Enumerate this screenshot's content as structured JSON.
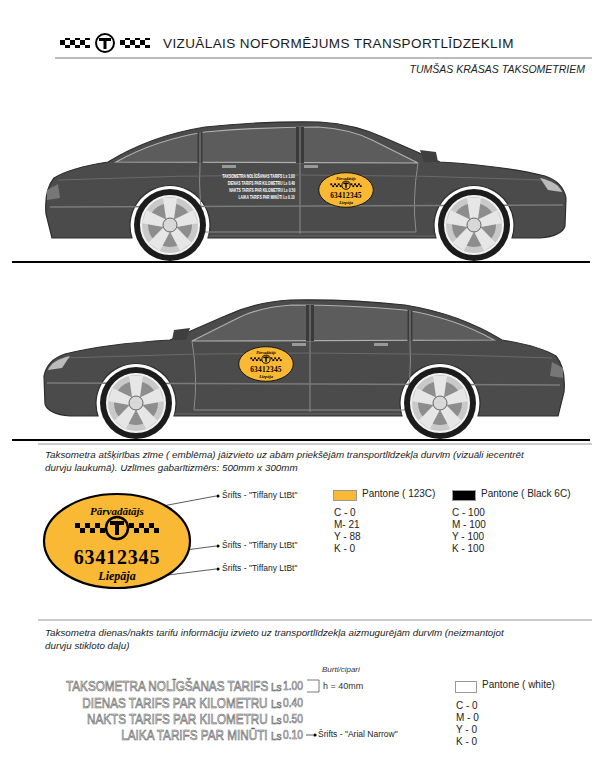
{
  "diagram": {
    "title": "VIZUĀLAIS NOFORMĒJUMS TRANSPORTLĪDZEKLIM",
    "nodes": [
      {
        "text": [
          "Pārvadātājs",
          "63412345",
          "Liepāja"
        ]
      },
      {
        "text": [
          "Pārvadātājs",
          "63412345",
          "Liepāja"
        ]
      },
      {
        "text": [
          "Pārvadātājs",
          "63412345",
          "Liepāja"
        ]
      }
    ],
    "labels": [
      "TUMŠAS KRĀSAS TAKSOMETRIEM",
      "TAKSOMETRA NOLĪGŠANAS TARIFS Ls 1.00",
      "DIENAS TARIFS PAR KILOMETRU Ls 0.40",
      "NAKTS TARIFS PAR KILOMETRU Ls 0.50",
      "LAIKA TARIFS PAR MINŪTI Ls 0.10",
      "Taksometra atšķirības zīme ( emblēma) jāizvieto uz abām priekšējām transportlīdzekļa durvīm (vizuāli iecentrēt durvju laukumā). Uzlīmes gabarītizmērs: 500mm x 300mm",
      "Šrifts - \"Tiffany LtBt\"",
      "Šrifts - \"Tiffany LtBt\"",
      "Šrifts - \"Tiffany LtBt\"",
      "C - 0",
      "M- 21",
      "Y - 88",
      "K - 0",
      "C - 100",
      "M - 100",
      "Y - 100",
      "K - 100",
      "Taksometra dienas/nakts tarifu informāciju izvieto uz transportlīdzekļa aizmugurējām durvīm (neizmantojot durvju stikloto daļu)",
      "TAKSOMETRA NOLĪGŠANAS TARIFS",
      "Ls",
      "1.00",
      "DIENAS TARIFS PAR KILOMETRU",
      "Ls",
      "0.40",
      "NAKTS TARIFS PAR KILOMETRU",
      "Ls",
      "0.50",
      "LAIKA TARIFS PAR MINŪTI",
      "Ls",
      "0.10",
      "Burti/cipari",
      "h = 40mm",
      "Šrifts - \"Arial Narrow\"",
      "C - 0",
      "M - 0",
      "Y - 0",
      "K - 0"
    ],
    "legend": [
      {
        "text": "Pantone ( 123C)",
        "color": "#F9B934"
      },
      {
        "text": "Pantone ( Black 6C)",
        "color": "#000000"
      },
      {
        "text": "Pantone ( white)",
        "color": "#FFFFFF"
      }
    ]
  }
}
